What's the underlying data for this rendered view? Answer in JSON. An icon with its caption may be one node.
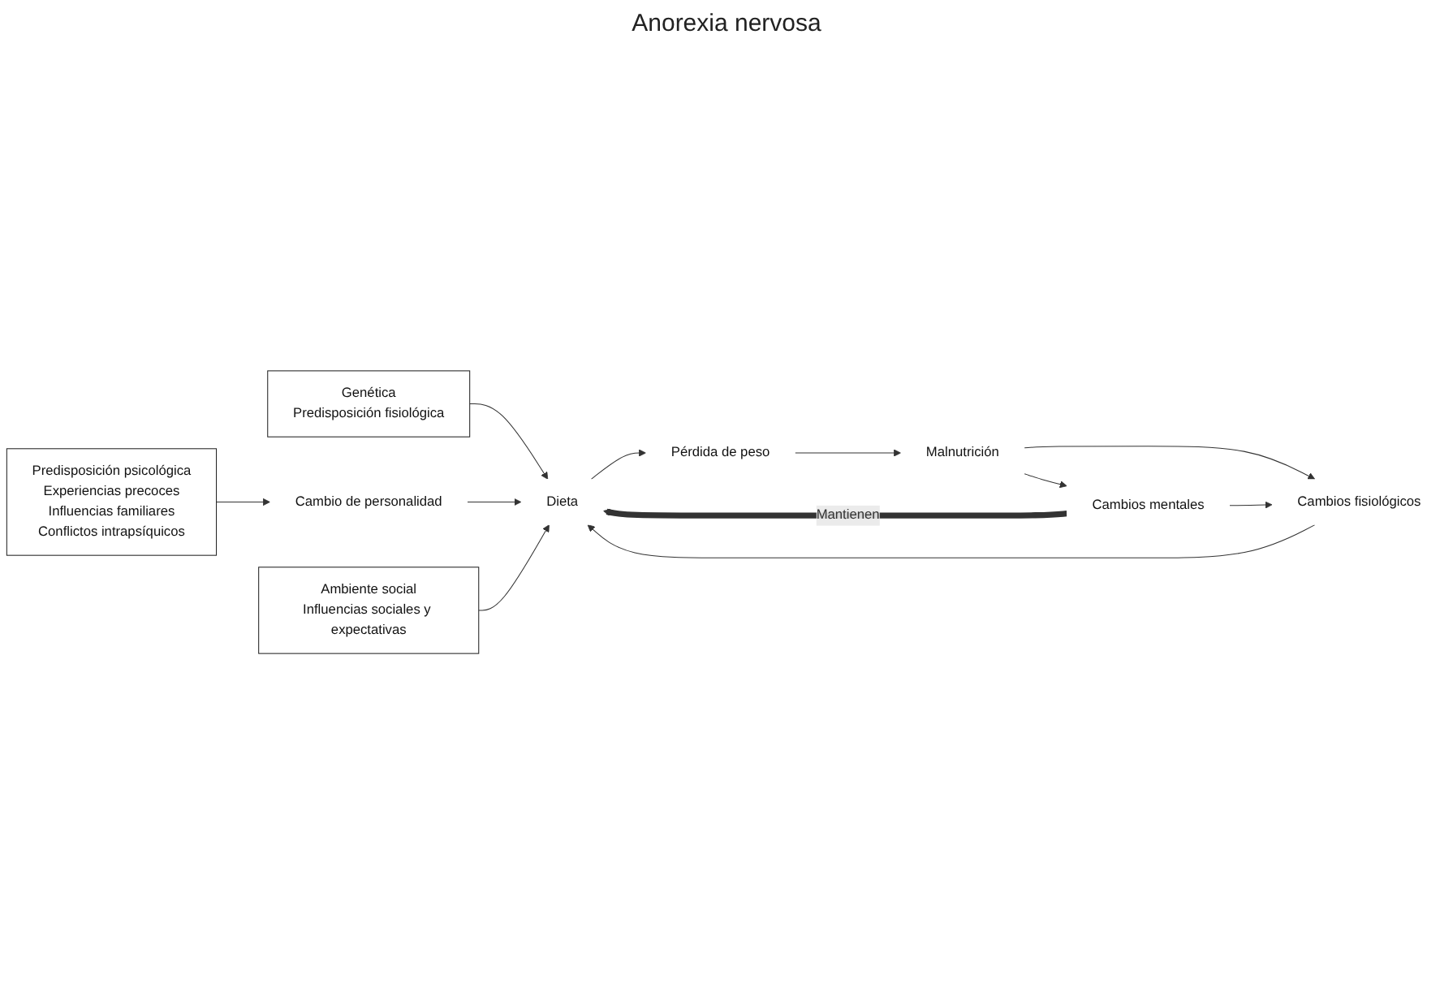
{
  "diagram": {
    "nodes": [
      {
        "text": [
          "Genética",
          "Predisposición fisiológica"
        ]
      },
      {
        "text": [
          "Predisposición psicológica",
          "Experiencias precoces",
          "Influencias familiares",
          "Conflictos intrapsíquicos"
        ]
      },
      {
        "text": [
          "Cambio de personalidad"
        ]
      },
      {
        "text": [
          "Ambiente social",
          "Influencias sociales y expectativas"
        ]
      },
      {
        "text": [
          "Dieta"
        ]
      },
      {
        "text": [
          "Pérdida de peso"
        ]
      },
      {
        "text": [
          "Malnutrición"
        ]
      },
      {
        "text": [
          "Cambios mentales"
        ]
      },
      {
        "text": [
          "Cambios fisiológicos"
        ]
      }
    ],
    "edges": [
      {
        "from": 0,
        "to": 4,
        "arrow": "to"
      },
      {
        "from": 1,
        "to": 2,
        "arrow": "to"
      },
      {
        "from": 2,
        "to": 4,
        "arrow": "to"
      },
      {
        "from": 3,
        "to": 4,
        "arrow": "to"
      },
      {
        "from": 4,
        "to": 5,
        "arrow": "to"
      },
      {
        "from": 5,
        "to": 6,
        "arrow": "to"
      },
      {
        "from": 6,
        "to": 7,
        "arrow": "to"
      },
      {
        "from": 6,
        "to": 8,
        "arrow": "to"
      },
      {
        "from": 7,
        "to": 8,
        "arrow": "to"
      },
      {
        "from": 8,
        "to": 4,
        "arrow": "to"
      },
      {
        "from": 7,
        "to": 4,
        "arrow": "to",
        "label": "Mantienen",
        "style": "thick"
      }
    ],
    "labels": [
      "Anorexia nervosa"
    ]
  }
}
